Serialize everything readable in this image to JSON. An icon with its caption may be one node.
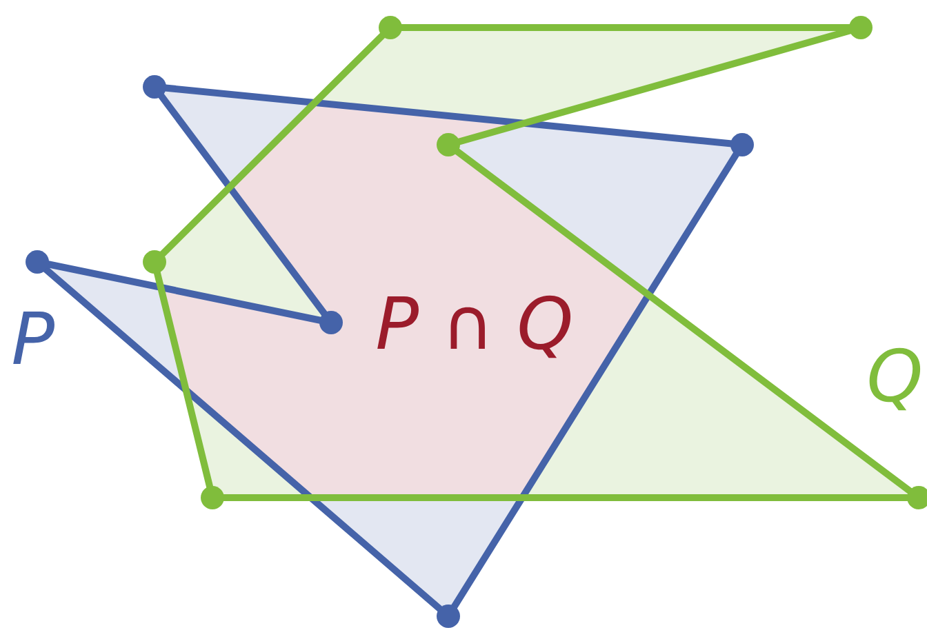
{
  "diagram": {
    "labels": [
      "P",
      "*P* ∩ *Q*",
      "Q"
    ]
  }
}
